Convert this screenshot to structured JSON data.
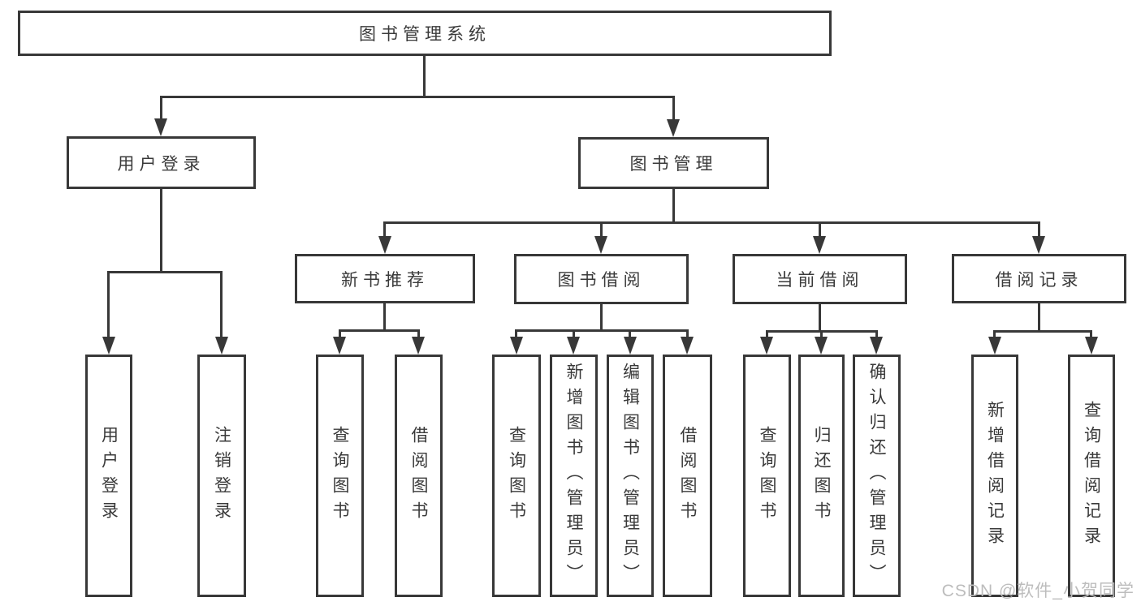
{
  "colors": {
    "line": "#383838",
    "text": "#3a3a3a",
    "watermark": "#bdbdbd",
    "background": "#ffffff"
  },
  "tree": {
    "root": {
      "label": "图书管理系统"
    },
    "branches": [
      {
        "label": "用户登录",
        "children": [
          {
            "label": "用户登录"
          },
          {
            "label": "注销登录"
          }
        ]
      },
      {
        "label": "图书管理",
        "children": [
          {
            "label": "新书推荐",
            "children": [
              {
                "label": "查询图书"
              },
              {
                "label": "借阅图书"
              }
            ]
          },
          {
            "label": "图书借阅",
            "children": [
              {
                "label": "查询图书"
              },
              {
                "label": "新增图书（管理员）"
              },
              {
                "label": "编辑图书（管理员）"
              },
              {
                "label": "借阅图书"
              }
            ]
          },
          {
            "label": "当前借阅",
            "children": [
              {
                "label": "查询图书"
              },
              {
                "label": "归还图书"
              },
              {
                "label": "确认归还（管理员）"
              }
            ]
          },
          {
            "label": "借阅记录",
            "children": [
              {
                "label": "新增借阅记录"
              },
              {
                "label": "查询借阅记录"
              }
            ]
          }
        ]
      }
    ]
  },
  "watermark": "CSDN @软件_小贺同学"
}
